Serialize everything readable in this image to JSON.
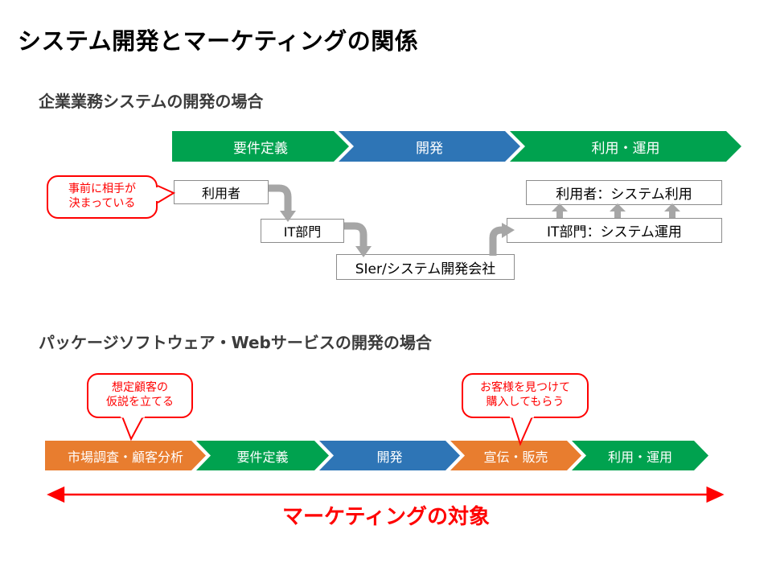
{
  "slide": {
    "title": "システム開発とマーケティングの関係",
    "background": "#FFFFFF"
  },
  "colors": {
    "green": "#00A24F",
    "blue": "#2E75B6",
    "orange": "#E87D2F",
    "red": "#FF0000",
    "gray_arrow": "#A6A6A6",
    "box_border": "#8C8C8C",
    "section_title": "#3B3B3B"
  },
  "section1": {
    "title": "企業業務システムの開発の場合",
    "process": {
      "steps": [
        {
          "label": "要件定義",
          "color": "#00A24F"
        },
        {
          "label": "開発",
          "color": "#2E75B6"
        },
        {
          "label": "利用・運用",
          "color": "#00A24F"
        }
      ]
    },
    "callout": {
      "line1": "事前に相手が",
      "line2": "決まっている"
    },
    "boxes": {
      "user": "利用者",
      "it_dept": "IT部門",
      "sier": "SIer/システム開発会社",
      "user_use": "利用者：システム利用",
      "it_ops": "IT部門：システム運用"
    }
  },
  "section2": {
    "title": "パッケージソフトウェア・Webサービスの開発の場合",
    "process": {
      "steps": [
        {
          "label": "市場調査・顧客分析",
          "color": "#E87D2F"
        },
        {
          "label": "要件定義",
          "color": "#00A24F"
        },
        {
          "label": "開発",
          "color": "#2E75B6"
        },
        {
          "label": "宣伝・販売",
          "color": "#E87D2F"
        },
        {
          "label": "利用・運用",
          "color": "#00A24F"
        }
      ]
    },
    "callout_left": {
      "line1": "想定顧客の",
      "line2": "仮説を立てる"
    },
    "callout_right": {
      "line1": "お客様を見つけて",
      "line2": "購入してもらう"
    },
    "scope_label": "マーケティングの対象"
  }
}
